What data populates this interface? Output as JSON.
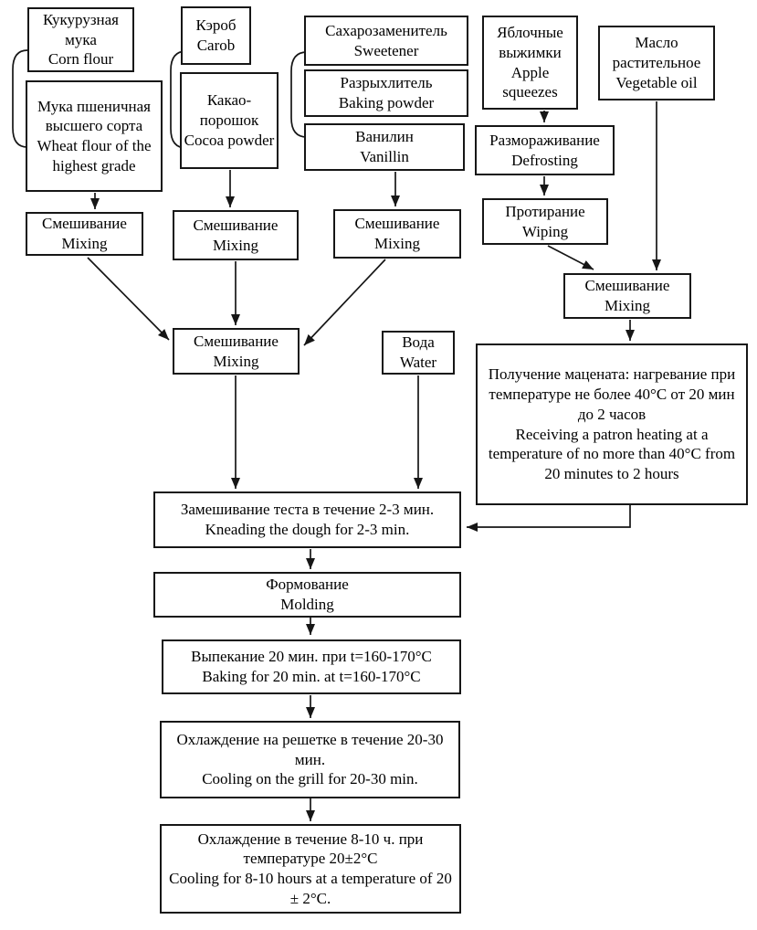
{
  "diagram": {
    "kind": "flowchart",
    "background_color": "#ffffff",
    "line_color": "#161616",
    "text_color": "#000000"
  },
  "nodes": {
    "corn_flour": {
      "ru": "Кукурузная мука",
      "en": "Corn flour"
    },
    "wheat_flour": {
      "ru": "Мука пшеничная высшего сорта",
      "en": "Wheat flour of the highest grade"
    },
    "carob": {
      "ru": "Кэроб",
      "en": "Carob"
    },
    "cocoa_powder": {
      "ru": "Какао-порошок",
      "en": "Cocoa powder"
    },
    "sweetener": {
      "ru": "Сахарозаменитель",
      "en": "Sweetener"
    },
    "baking_powder": {
      "ru": "Разрыхлитель",
      "en": "Baking powder"
    },
    "vanillin": {
      "ru": "Ванилин",
      "en": "Vanillin"
    },
    "apple_squeezes": {
      "ru": "Яблочные выжимки",
      "en": "Apple squeezes"
    },
    "vegetable_oil": {
      "ru": "Масло растительное",
      "en": "Vegetable oil"
    },
    "defrosting": {
      "ru": "Размораживание",
      "en": "Defrosting"
    },
    "mixing_1": {
      "ru": "Смешивание",
      "en": "Mixing"
    },
    "mixing_2": {
      "ru": "Смешивание",
      "en": "Mixing"
    },
    "mixing_3": {
      "ru": "Смешивание",
      "en": "Mixing"
    },
    "wiping": {
      "ru": "Протирание",
      "en": "Wiping"
    },
    "mixing_center": {
      "ru": "Смешивание",
      "en": "Mixing"
    },
    "mixing_right": {
      "ru": "Смешивание",
      "en": "Mixing"
    },
    "water": {
      "ru": "Вода",
      "en": "Water"
    },
    "maceration": {
      "ru": "Получение мацената: нагревание при температуре не более 40°С от 20 мин до 2 часов",
      "en": "Receiving a patron heating at a temperature of no more than 40°С from 20 minutes to 2 hours"
    },
    "kneading": {
      "ru": "Замешивание теста в течение 2-3 мин.",
      "en": "Kneading the dough for 2-3 min."
    },
    "molding": {
      "ru": "Формование",
      "en": "Molding"
    },
    "baking": {
      "ru": "Выпекание 20 мин. при t=160-170°С",
      "en": "Baking for 20 min. at t=160-170°С"
    },
    "cooling_rack": {
      "ru": "Охлаждение на решетке в течение 20-30 мин.",
      "en": "Cooling on the grill for 20-30 min."
    },
    "cooling_final": {
      "ru": "Охлаждение в течение 8-10 ч. при температуре 20±2°С",
      "en": "Cooling for 8-10 hours at a temperature of 20 ± 2°С."
    }
  },
  "groups": [
    {
      "bracket": "left-parenthesis",
      "members": [
        "corn_flour",
        "wheat_flour"
      ]
    },
    {
      "bracket": "left-parenthesis",
      "members": [
        "carob",
        "cocoa_powder"
      ]
    },
    {
      "bracket": "left-parenthesis",
      "members": [
        "sweetener",
        "baking_powder",
        "vanillin"
      ]
    }
  ],
  "edges": [
    {
      "from": "wheat_flour",
      "to": "mixing_1"
    },
    {
      "from": "cocoa_powder",
      "to": "mixing_2"
    },
    {
      "from": "vanillin",
      "to": "mixing_3"
    },
    {
      "from": "apple_squeezes",
      "to": "defrosting"
    },
    {
      "from": "defrosting",
      "to": "wiping"
    },
    {
      "from": "vegetable_oil",
      "to": "mixing_right"
    },
    {
      "from": "wiping",
      "to": "mixing_right"
    },
    {
      "from": "mixing_right",
      "to": "maceration"
    },
    {
      "from": "mixing_1",
      "to": "mixing_center"
    },
    {
      "from": "mixing_2",
      "to": "mixing_center"
    },
    {
      "from": "mixing_3",
      "to": "mixing_center"
    },
    {
      "from": "mixing_center",
      "to": "kneading"
    },
    {
      "from": "water",
      "to": "kneading"
    },
    {
      "from": "maceration",
      "to": "kneading"
    },
    {
      "from": "kneading",
      "to": "molding"
    },
    {
      "from": "molding",
      "to": "baking"
    },
    {
      "from": "baking",
      "to": "cooling_rack"
    },
    {
      "from": "cooling_rack",
      "to": "cooling_final"
    }
  ]
}
